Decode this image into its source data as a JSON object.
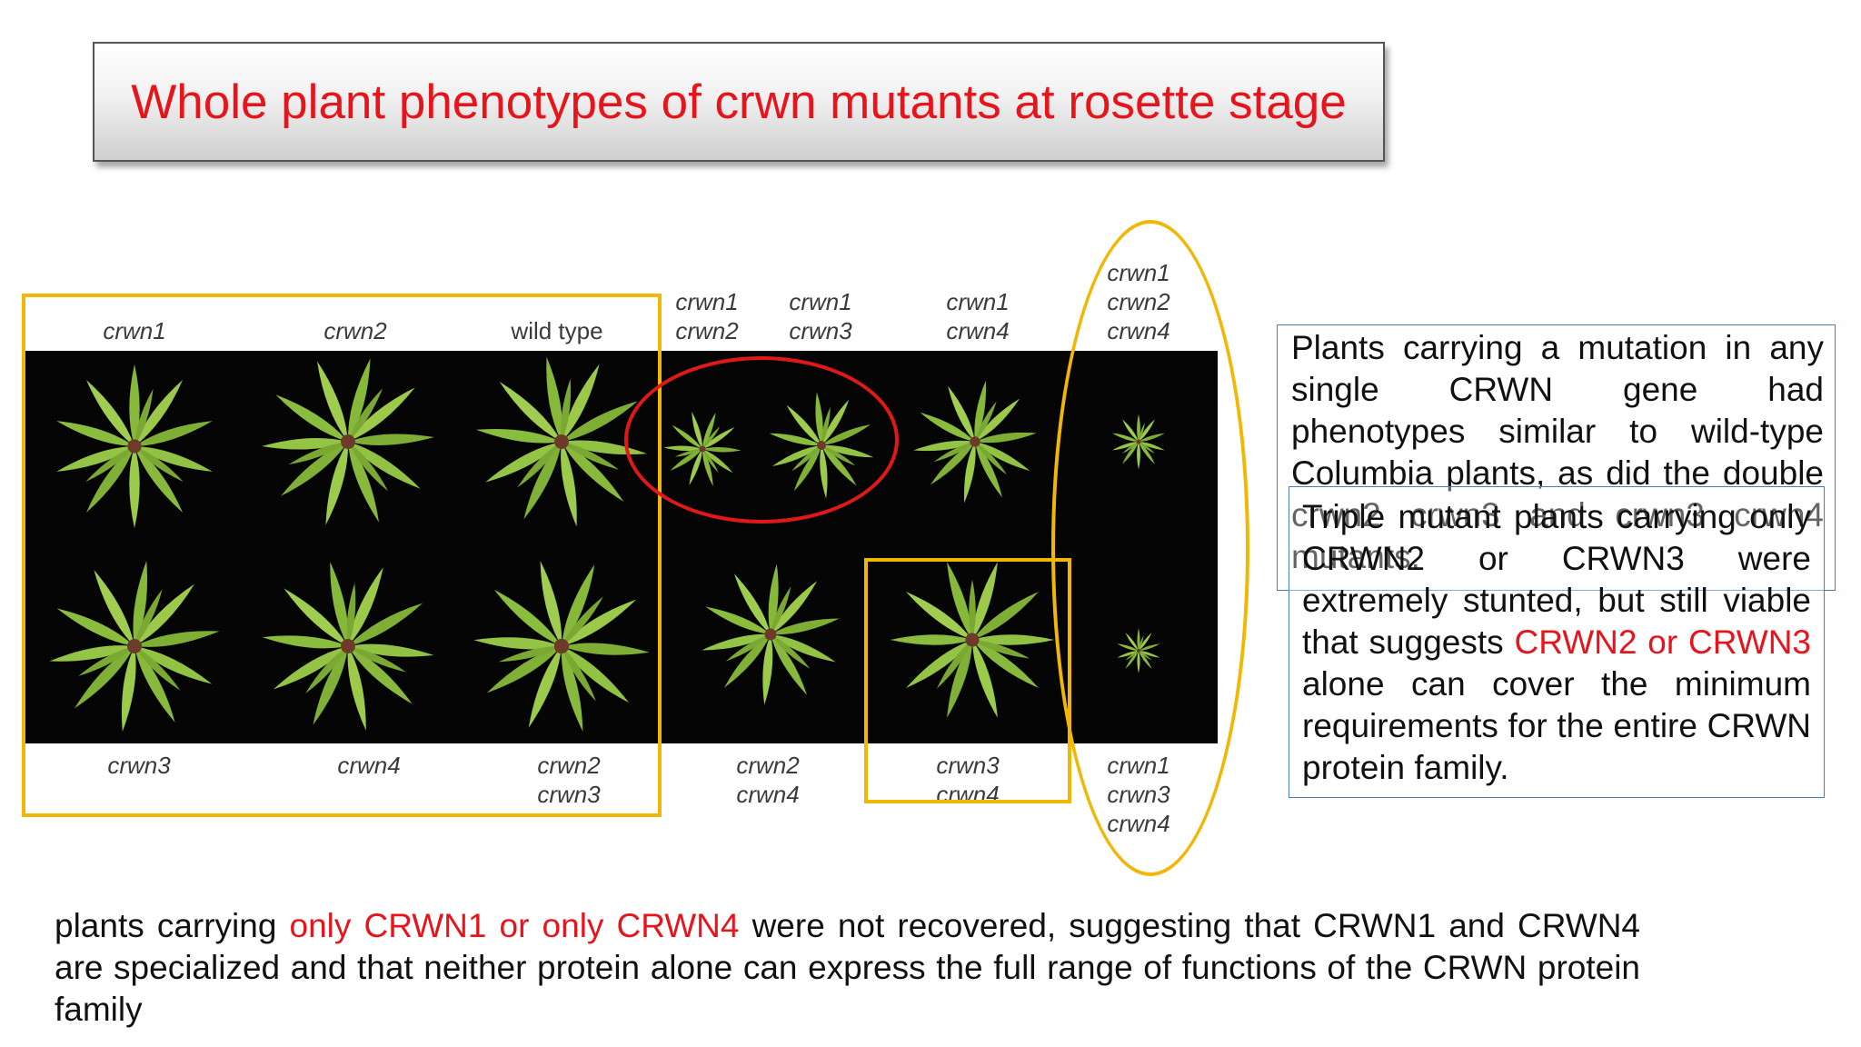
{
  "title": "Whole plant phenotypes of crwn mutants at rosette stage",
  "figure_labels": {
    "top_crwn1": "crwn1",
    "top_crwn2": "crwn2",
    "top_wildtype": "wild type",
    "top_d12_a": "crwn1",
    "top_d12_b": "crwn2",
    "top_d13_a": "crwn1",
    "top_d13_b": "crwn3",
    "top_d14_a": "crwn1",
    "top_d14_b": "crwn4",
    "top_t124_a": "crwn1",
    "top_t124_b": "crwn2",
    "top_t124_c": "crwn4",
    "bot_crwn3": "crwn3",
    "bot_crwn4": "crwn4",
    "bot_d23_a": "crwn2",
    "bot_d23_b": "crwn3",
    "bot_d24_a": "crwn2",
    "bot_d24_b": "crwn4",
    "bot_d34_a": "crwn3",
    "bot_d34_b": "crwn4",
    "bot_t134_a": "crwn1",
    "bot_t134_b": "crwn3",
    "bot_t134_c": "crwn4"
  },
  "textbox1": {
    "text": "Plants carrying a mutation in any single CRWN gene had phenotypes similar to wild-type Columbia plants, as did the double crwn2 crwn3 and crwn3 crwn4 mutants."
  },
  "textbox2": {
    "part1": "Triple mutant plants carrying only CRWN2 or CRWN3 were extremely stunted, but still viable that suggests",
    "highlight": "CRWN2 or CRWN3",
    "part2": "alone can cover the minimum requirements for the entire CRWN protein family."
  },
  "bottom_text": {
    "part1": "plants carrying",
    "highlight": "only CRWN1 or only CRWN4",
    "part2": "were not recovered, suggesting that CRWN1 and CRWN4 are specialized and that neither protein alone can express the full range of functions of the CRWN protein family"
  },
  "colors": {
    "title_red": "#e8141b",
    "highlight_yellow": "#f2b705",
    "highlight_red": "#e01818",
    "textbox_border": "#4a7cc0",
    "leaf_green": "#8fbf3a"
  }
}
